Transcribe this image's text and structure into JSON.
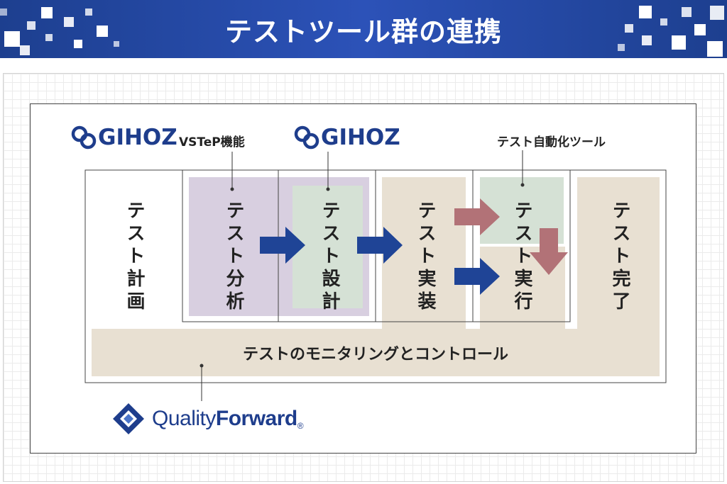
{
  "header": {
    "title": "テストツール群の連携"
  },
  "logos": {
    "gihoz_1": "GIHOZ",
    "gihoz_2": "GIHOZ",
    "qf_light": "Quality",
    "qf_bold": "Forward",
    "qf_mark": "®"
  },
  "labels": {
    "vstep": "VSTeP機能",
    "automation": "テスト自動化ツール"
  },
  "phases": [
    {
      "label": "テスト計画"
    },
    {
      "label": "テスト分析"
    },
    {
      "label": "テスト設計"
    },
    {
      "label": "テスト実装"
    },
    {
      "label": "テスト実行"
    },
    {
      "label": "テスト完了"
    }
  ],
  "monitoring": {
    "label": "テストのモニタリングとコントロール"
  },
  "colors": {
    "banner": "#2c52b8",
    "purple": "#d8cfe0",
    "green": "#d5e1d5",
    "beige": "#e8e0d2",
    "blue_arrow": "#1f4496",
    "red_arrow": "#b27277",
    "brand": "#1e3d8c"
  }
}
